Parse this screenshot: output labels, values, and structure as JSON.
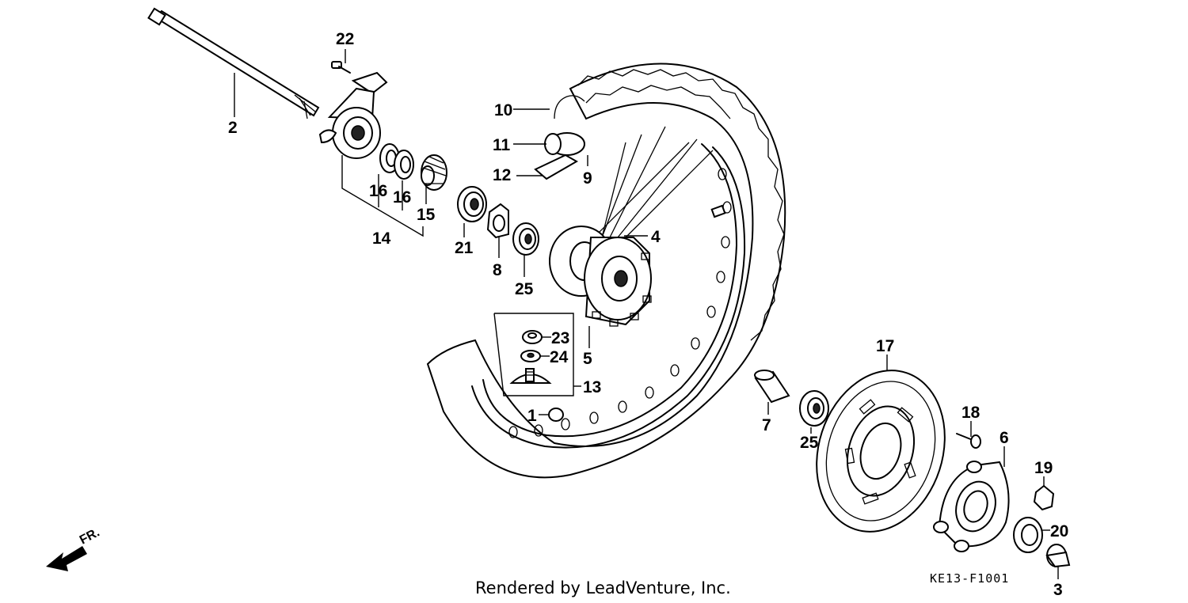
{
  "callouts": {
    "p1": "1",
    "p2": "2",
    "p3": "3",
    "p4": "4",
    "p5": "5",
    "p6": "6",
    "p7": "7",
    "p8": "8",
    "p9": "9",
    "p10": "10",
    "p11": "11",
    "p12": "12",
    "p13": "13",
    "p14": "14",
    "p15": "15",
    "p16a": "16",
    "p16b": "16",
    "p17": "17",
    "p18": "18",
    "p19": "19",
    "p20": "20",
    "p21": "21",
    "p22": "22",
    "p23": "23",
    "p24": "24",
    "p25a": "25",
    "p25b": "25"
  },
  "direction_label": "FR.",
  "diagram_code": "KE13-F1001",
  "credit": "Rendered by LeadVenture, Inc."
}
